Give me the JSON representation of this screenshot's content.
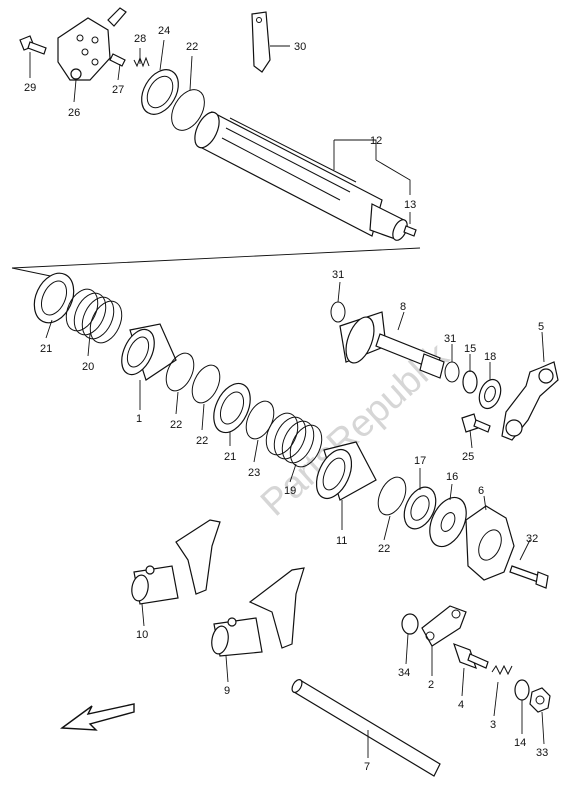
{
  "watermark": "PartsRepublik",
  "labels": {
    "p1": "1",
    "p2": "2",
    "p3": "3",
    "p4": "4",
    "p5": "5",
    "p6": "6",
    "p7": "7",
    "p8": "8",
    "p9": "9",
    "p10": "10",
    "p11": "11",
    "p12": "12",
    "p13": "13",
    "p14": "14",
    "p15": "15",
    "p16": "16",
    "p17": "17",
    "p18": "18",
    "p19": "19",
    "p20": "20",
    "p21a": "21",
    "p21b": "21",
    "p22a": "22",
    "p22b": "22",
    "p22c": "22",
    "p22d": "22",
    "p23": "23",
    "p24": "24",
    "p25": "25",
    "p26": "26",
    "p27": "27",
    "p28": "28",
    "p29": "29",
    "p30": "30",
    "p31a": "31",
    "p31b": "31",
    "p32": "32",
    "p33": "33",
    "p34": "34"
  },
  "icons": {
    "front_arrow": "front-arrow-icon"
  }
}
